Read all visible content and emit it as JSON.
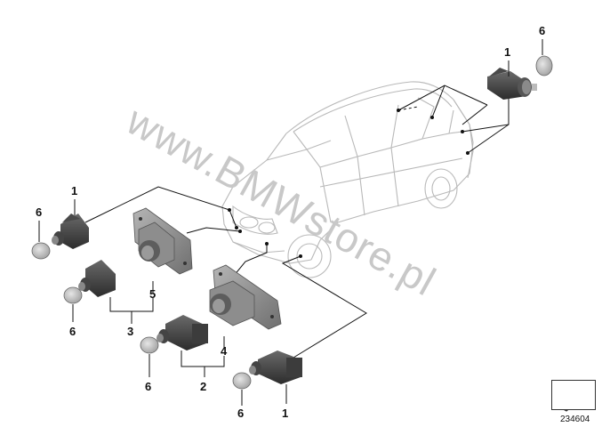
{
  "watermark": "www.BMWstore.pl",
  "diagram_id": "234604",
  "callouts": {
    "top_right_sensor": "1",
    "top_right_cap": "6",
    "left_sensor": "1",
    "left_cap": "6",
    "bracket_upper": "5",
    "group_upper": "3",
    "cap_mid_left": "6",
    "bracket_lower": "4",
    "group_lower": "2",
    "cap_lower": "6",
    "cap_bottom": "6",
    "bottom_sensor": "1"
  }
}
